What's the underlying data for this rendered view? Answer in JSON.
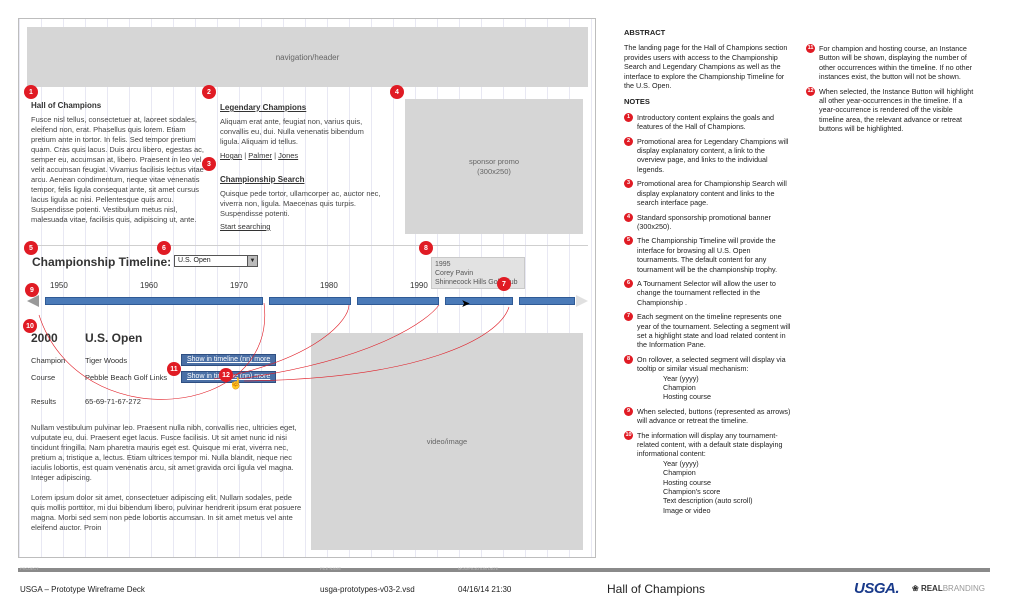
{
  "nav": {
    "label": "navigation/header"
  },
  "intro": {
    "title": "Hall of Champions",
    "body": "Fusce nisl tellus, consectetuer at, laoreet sodales, eleifend non, erat. Phasellus quis lorem. Etiam pretium ante in tortor. In felis. Sed tempor pretium quam. Cras quis lacus. Duis arcu libero, egestas ac, semper eu, accumsan at, libero. Praesent in leo vel velit accumsan feugiat. Vivamus facilisis lectus vitae arcu. Aenean condimentum, neque vitae venenatis tempor, felis ligula consequat ante, sit amet cursus lacus ligula ac nisi. Pellentesque quis arcu. Suspendisse potenti. Vestibulum metus nisl, malesuada vitae, facilisis quis, adipiscing ut, ante."
  },
  "legendary": {
    "title": "Legendary Champions",
    "body": "Aliquam erat ante, feugiat non, varius quis, convallis eu, dui. Nulla venenatis bibendum ligula. Aliquam id tellus.",
    "links": [
      "Hogan",
      "Palmer",
      "Jones"
    ],
    "separator": "|"
  },
  "search": {
    "title": "Championship Search",
    "body": "Quisque pede tortor, ullamcorper ac, auctor nec, viverra non, ligula. Maecenas quis turpis. Suspendisse potenti.",
    "link": "Start searching"
  },
  "sponsor": {
    "line1": "sponsor promo",
    "line2": "(300x250)"
  },
  "timeline": {
    "title": "Championship Timeline:",
    "select_value": "U.S. Open",
    "select_arrow": "▼",
    "decades": [
      "1950",
      "1960",
      "1970",
      "1980",
      "1990"
    ]
  },
  "tooltip": {
    "year": "1995",
    "champion": "Corey Pavin",
    "course": "Shinnecock Hills Golf Club"
  },
  "info": {
    "year": "2000",
    "name": "U.S. Open",
    "champion_label": "Champion",
    "champion_value": "Tiger Woods",
    "course_label": "Course",
    "course_value": "Pebble Beach Golf Links",
    "results_label": "Results",
    "results_value": "65-69-71-67-272",
    "instance_btn_1": "Show in timeline  (nn) more",
    "instance_btn_2": "Show in timeline  (nn) more",
    "para1": "Nullam vestibulum pulvinar leo. Praesent nulla nibh, convallis nec, ultricies eget, vulputate eu, dui. Praesent eget lacus. Fusce facilisis. Ut sit amet nunc id nisi tincidunt fringilla. Nam pharetra mauris eget est. Quisque mi erat, viverra nec, pretium a, tristique a, lectus. Etiam ultrices tempor mi. Nulla blandit, neque nec iaculis lobortis, est quam venenatis arcu, sit amet gravida orci ligula vel magna. Integer adipiscing.",
    "para2": "Lorem ipsum dolor sit amet, consectetuer adipiscing elit. Nullam sodales, pede quis mollis porttitor, mi dui bibendum libero, pulvinar hendrerit ipsum erat posuere magna. Morbi sed sem non pede lobortis accumsan. In sit amet metus vel ante eleifend auctor. Proin"
  },
  "video": {
    "label": "video/image"
  },
  "badges": [
    "1",
    "2",
    "3",
    "4",
    "5",
    "6",
    "7",
    "8",
    "9",
    "10",
    "11",
    "12"
  ],
  "notes": {
    "abstract_title": "ABSTRACT",
    "abstract": "The landing page for the Hall of Champions section provides users with access to the Championship Search and Legendary Champions as well as the interface to explore the Championship Timeline for the U.S. Open.",
    "notes_title": "NOTES",
    "items": [
      "Introductory content explains the goals and features of the Hall of Champions.",
      "Promotional area for Legendary Champions will display explanatory content, a link to the overview page, and links to the individual legends.",
      "Promotional area for Championship Search will display explanatory content and links to the search interface page.",
      "Standard sponsorship promotional banner (300x250).",
      "The Championship Timeline will provide the interface for browsing all U.S. Open tournaments. The default content for any tournament will be the championship trophy.",
      "A Tournament Selector will allow the user to change the tournament reflected in the Championship .",
      "Each segment on the timeline represents one year of the tournament. Selecting a segment will set a highlight state and load related content in the Information Pane.",
      "On rollover, a selected segment will display via tooltip or similar visual mechanism:",
      "When selected, buttons (represented as arrows) will advance or retreat the timeline.",
      "The information will display any tournament-related content, with a default state displaying informational content:",
      "For champion and hosting course, an Instance Button will be shown, displaying the number of other occurrences within the timeline. If no other instances exist, the button will not be shown.",
      "When selected, the Instance Button will highlight all other year-occurrences in the timeline. If a year-occurrence is rendered off the visible timeline area, the relevant advance or retreat buttons will be highlighted."
    ],
    "sub8": [
      "Year (yyyy)",
      "Champion",
      "Hosting course"
    ],
    "sub10": [
      "Year (yyyy)",
      "Champion",
      "Hosting course",
      "Champion's score",
      "Text description (auto scroll)",
      "Image or video"
    ]
  },
  "footer": {
    "cap_project": "PROJECT",
    "cap_file": "FILE NAME",
    "cap_date": "MODIFICATION DATE",
    "project": "USGA – Prototype Wireframe Deck",
    "file": "usga-prototypes-v03-2.vsd",
    "date": "04/16/14 21:30",
    "page": "Hall of Champions",
    "logo": "USGA.",
    "brand_a": "REAL",
    "brand_b": "BRANDING"
  },
  "colors": {
    "accent": "#e01b24",
    "timeline": "#4a7ab8",
    "placeholder": "#d6d6d6"
  }
}
